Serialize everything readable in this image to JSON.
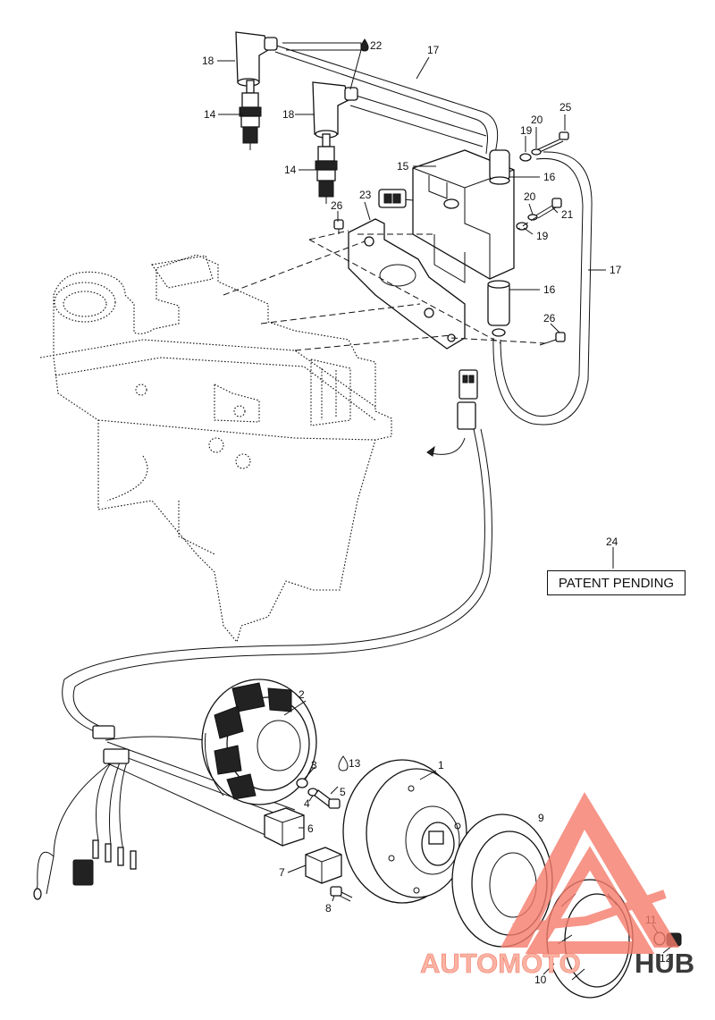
{
  "patent_text": "PATENT PENDING",
  "watermark": {
    "brand": "AUTOMOTOHUB",
    "brand_parts": [
      "AUTOMOTO",
      "HUB"
    ],
    "colors": {
      "accent": "#f47b6b",
      "accent_light": "#f9b3a3",
      "dark": "#3a3a3a"
    }
  },
  "callouts": [
    "1",
    "2",
    "3",
    "4",
    "5",
    "6",
    "7",
    "8",
    "9",
    "10",
    "11",
    "12",
    "13",
    "14",
    "14",
    "15",
    "16",
    "16",
    "17",
    "17",
    "18",
    "18",
    "19",
    "19",
    "20",
    "20",
    "21",
    "22",
    "23",
    "24",
    "25",
    "26",
    "26"
  ],
  "icons": {
    "lubricant": "drop-icon"
  }
}
